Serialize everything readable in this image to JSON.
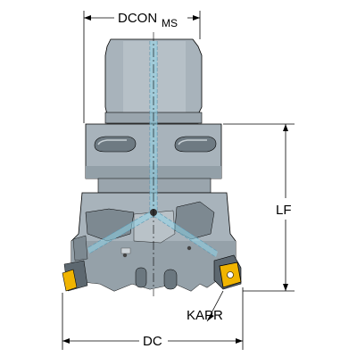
{
  "labels": {
    "dcon": "DCON",
    "dcon_sub": "MS",
    "lf": "LF",
    "kapr": "KAPR",
    "dc": "DC"
  },
  "colors": {
    "body": "#a8b3bb",
    "body_light": "#c3cbd1",
    "body_dark": "#7f8b93",
    "shadow": "#5d6870",
    "coolant": "#8fd3e8",
    "insert": "#f0b400",
    "line": "#000000"
  }
}
